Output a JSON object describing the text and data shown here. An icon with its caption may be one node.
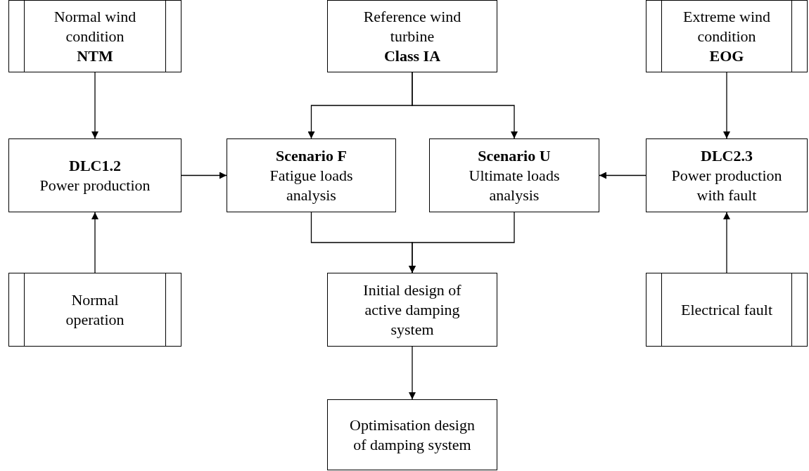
{
  "diagram": {
    "nodes": [
      {
        "text": [
          "Normal wind condition",
          "NTM"
        ]
      },
      {
        "text": [
          "Reference wind turbine",
          "Class IA"
        ]
      },
      {
        "text": [
          "Extreme wind condition",
          "EOG"
        ]
      },
      {
        "text": [
          "DLC1.2",
          "Power production"
        ]
      },
      {
        "text": [
          "Scenario F",
          "Fatigue loads analysis"
        ]
      },
      {
        "text": [
          "Scenario U",
          "Ultimate loads analysis"
        ]
      },
      {
        "text": [
          "DLC2.3",
          "Power production with fault"
        ]
      },
      {
        "text": [
          "Normal operation"
        ]
      },
      {
        "text": [
          "Initial design of active damping system"
        ]
      },
      {
        "text": [
          "Electrical fault"
        ]
      },
      {
        "text": [
          "Optimisation design of damping system"
        ]
      }
    ],
    "edges": [
      {
        "from": 0,
        "to": 3,
        "arrow": "to"
      },
      {
        "from": 1,
        "to": 4,
        "arrow": "to"
      },
      {
        "from": 1,
        "to": 5,
        "arrow": "to"
      },
      {
        "from": 2,
        "to": 6,
        "arrow": "to"
      },
      {
        "from": 3,
        "to": 4,
        "arrow": "to"
      },
      {
        "from": 6,
        "to": 5,
        "arrow": "to"
      },
      {
        "from": 7,
        "to": 3,
        "arrow": "to"
      },
      {
        "from": 9,
        "to": 6,
        "arrow": "to"
      },
      {
        "from": 4,
        "to": 8,
        "arrow": "to"
      },
      {
        "from": 5,
        "to": 8,
        "arrow": "to"
      },
      {
        "from": 8,
        "to": 10,
        "arrow": "to"
      }
    ]
  }
}
